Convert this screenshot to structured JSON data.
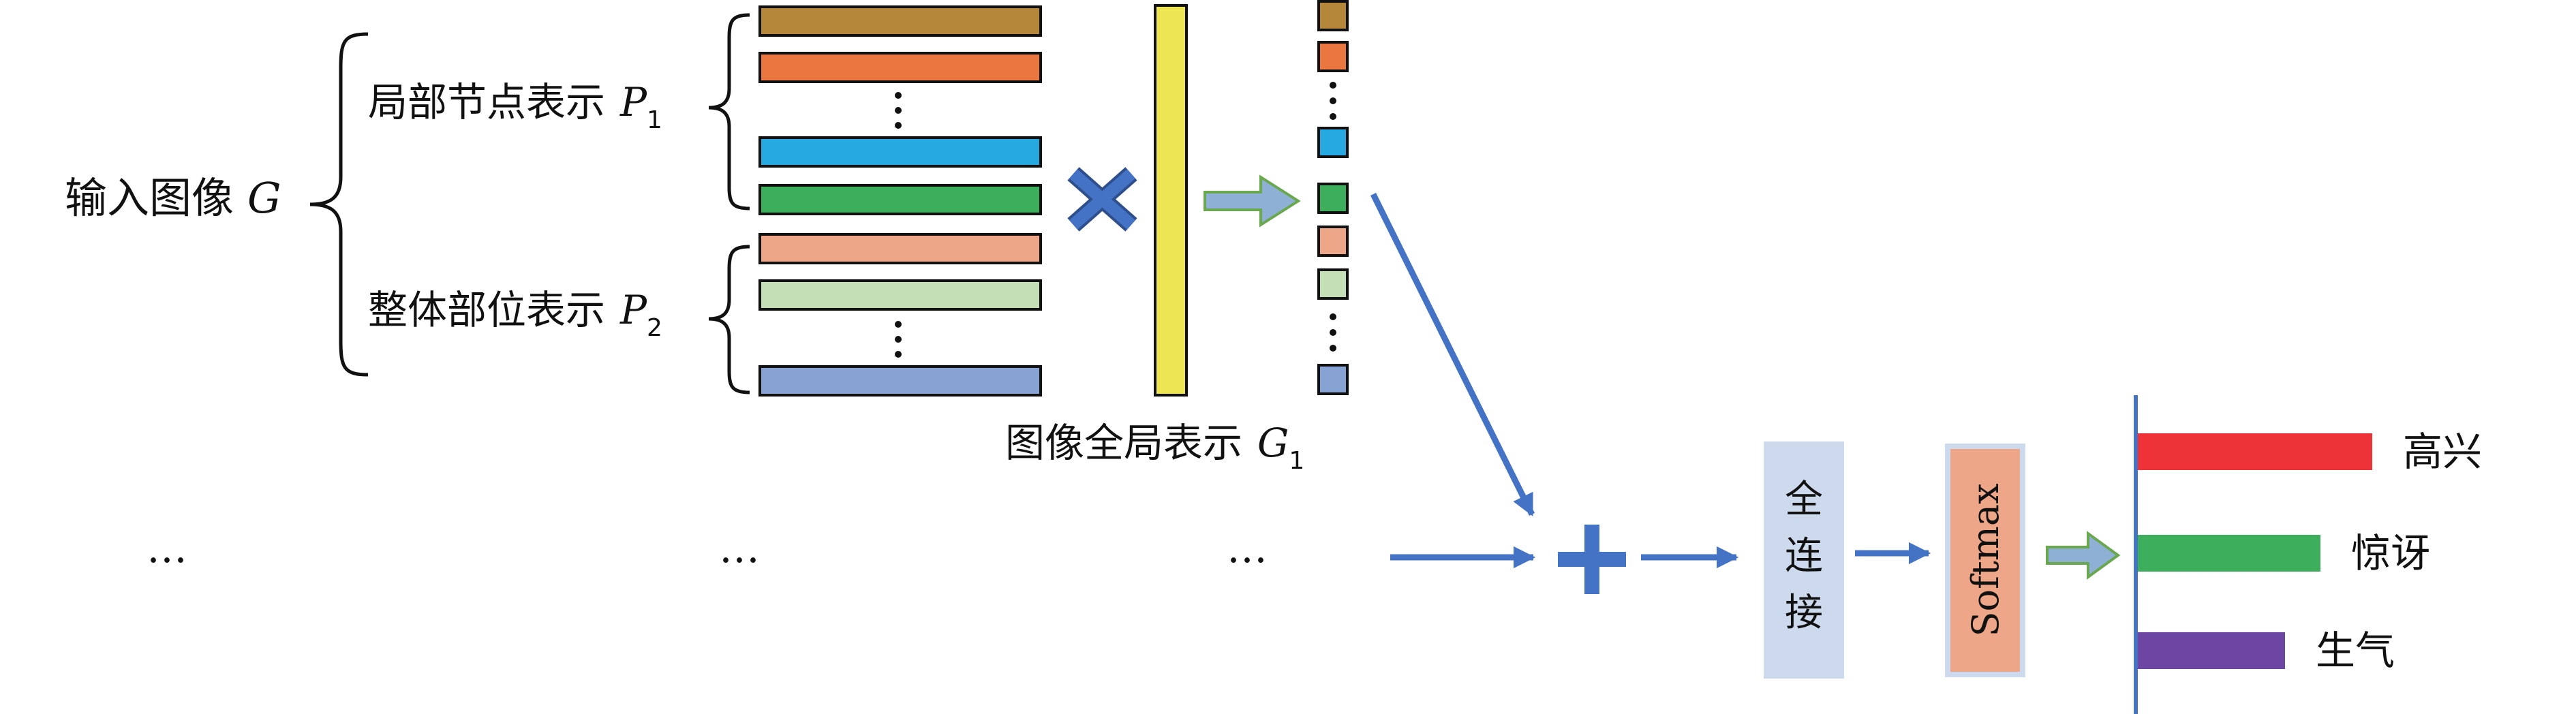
{
  "input": {
    "label": "输入图像",
    "symbol": "G"
  },
  "local_repr": {
    "label": "局部节点表示",
    "symbol": "P",
    "sub": "1"
  },
  "whole_repr": {
    "label": "整体部位表示",
    "symbol": "P",
    "sub": "2"
  },
  "global_repr": {
    "label": "图像全局表示",
    "symbol": "G",
    "sub": "1"
  },
  "ellipsis": [
    "…",
    "…",
    "…"
  ],
  "fc": {
    "label": [
      "全",
      "连",
      "接"
    ]
  },
  "softmax": {
    "label": "Softmax"
  },
  "outputs": [
    {
      "label": "高兴",
      "color": "#ee3338",
      "value": 0.86
    },
    {
      "label": "惊讶",
      "color": "#3daf5c",
      "value": 0.67
    },
    {
      "label": "生气",
      "color": "#6d45a3",
      "value": 0.54
    }
  ],
  "bar_colors": {
    "p1": [
      "#b5873a",
      "#e9773f",
      "#25a9e0",
      "#3daf5c"
    ],
    "p2": [
      "#eda688",
      "#c4dfb5",
      "#86a3d3"
    ]
  },
  "colors": {
    "arrow": "#4472c4",
    "hollow_arrow": "#8fb0d5",
    "yellow": "#ede553",
    "fc_bg": "#cdd9ed",
    "softmax_bg": "#eda688",
    "cross": "#4472c4"
  }
}
